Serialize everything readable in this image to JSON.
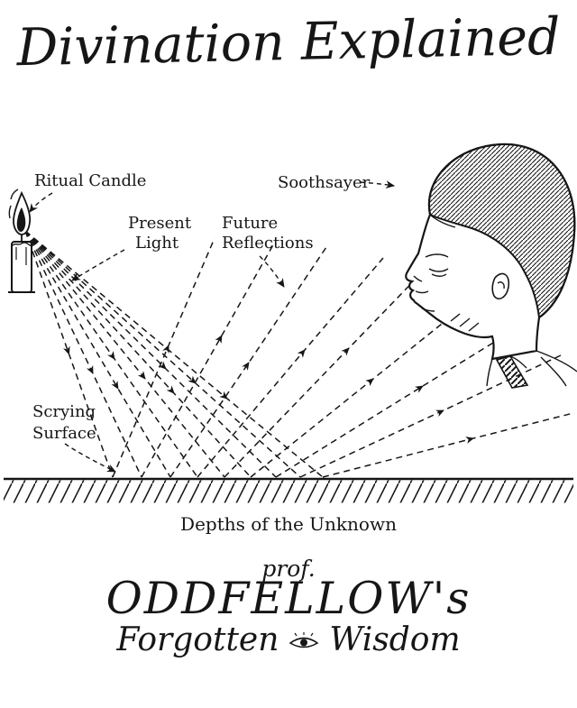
{
  "title": "Divination Explained",
  "diagram": {
    "candle_label": "Ritual Candle",
    "present_light": {
      "line1": "Present",
      "line2": "Light"
    },
    "future_reflections": {
      "line1": "Future",
      "line2": "Reflections"
    },
    "soothsayer_label": "Soothsayer",
    "scrying_surface": {
      "line1": "Scrying",
      "line2": "Surface"
    },
    "depths_label": "Depths of the Unknown"
  },
  "signature": {
    "prof": "prof.",
    "name": "ODDFELLOW's",
    "forgotten": "Forgotten",
    "wisdom": "Wisdom"
  },
  "colors": {
    "ink": "#161616",
    "paper": "#ffffff"
  }
}
